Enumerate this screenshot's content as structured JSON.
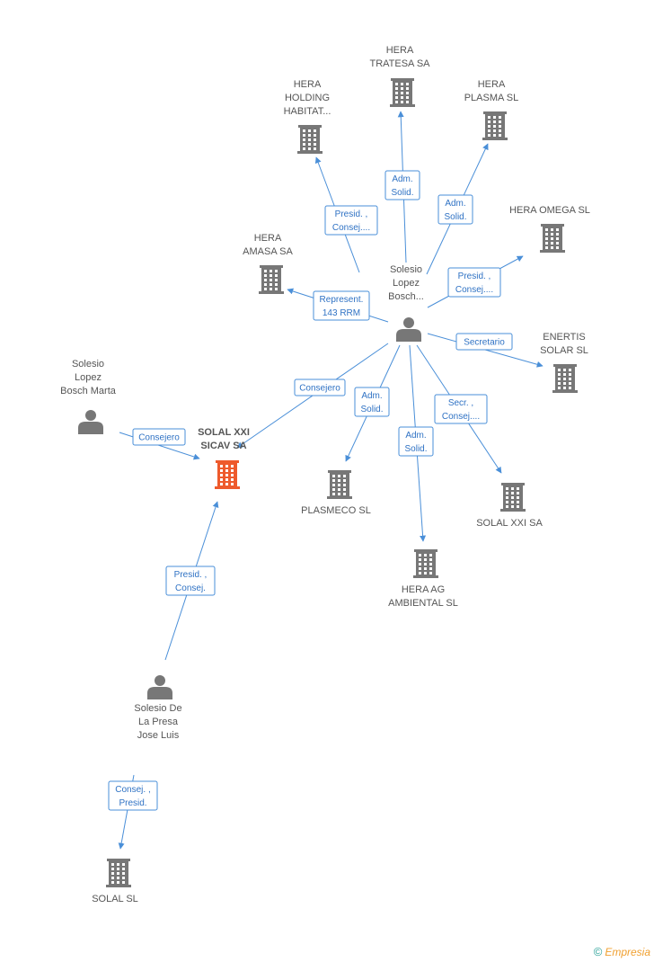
{
  "colors": {
    "edge": "#4a8fd8",
    "node": "#777777",
    "main_node": "#ee5a2c",
    "label": "#555555"
  },
  "nodes": [
    {
      "id": "main",
      "type": "company",
      "main": true,
      "lines": [
        "SOLAL XXI",
        "SICAV SA"
      ]
    },
    {
      "id": "tratesa",
      "type": "company",
      "lines": [
        "HERA",
        "TRATESA SA"
      ]
    },
    {
      "id": "holding",
      "type": "company",
      "lines": [
        "HERA",
        "HOLDING",
        "HABITAT..."
      ]
    },
    {
      "id": "plasma",
      "type": "company",
      "lines": [
        "HERA",
        "PLASMA SL"
      ]
    },
    {
      "id": "omega",
      "type": "company",
      "lines": [
        "HERA OMEGA SL"
      ]
    },
    {
      "id": "amasa",
      "type": "company",
      "lines": [
        "HERA",
        "AMASA SA"
      ]
    },
    {
      "id": "enertis",
      "type": "company",
      "lines": [
        "ENERTIS",
        "SOLAR SL"
      ]
    },
    {
      "id": "plasmeco",
      "type": "company",
      "lines": [
        "PLASMECO SL"
      ]
    },
    {
      "id": "ambiental",
      "type": "company",
      "lines": [
        "HERA AG",
        "AMBIENTAL SL"
      ]
    },
    {
      "id": "solalxxi",
      "type": "company",
      "lines": [
        "SOLAL XXI SA"
      ]
    },
    {
      "id": "solalsl",
      "type": "company",
      "lines": [
        "SOLAL SL"
      ]
    },
    {
      "id": "p_bosch",
      "type": "person",
      "lines": [
        "Solesio",
        "Lopez",
        "Bosch..."
      ]
    },
    {
      "id": "p_marta",
      "type": "person",
      "lines": [
        "Solesio",
        "Lopez",
        "Bosch Marta"
      ]
    },
    {
      "id": "p_jose",
      "type": "person",
      "lines": [
        "Solesio De",
        "La Presa",
        "Jose Luis"
      ]
    }
  ],
  "edges": [
    {
      "from": "p_bosch",
      "to": "tratesa",
      "lines": [
        "Adm.",
        "Solid."
      ]
    },
    {
      "from": "p_bosch",
      "to": "holding",
      "lines": [
        "Presid. ,",
        "Consej...."
      ]
    },
    {
      "from": "p_bosch",
      "to": "plasma",
      "lines": [
        "Adm.",
        "Solid."
      ]
    },
    {
      "from": "p_bosch",
      "to": "omega",
      "lines": [
        "Presid. ,",
        "Consej...."
      ]
    },
    {
      "from": "p_bosch",
      "to": "amasa",
      "lines": [
        "Represent.",
        "143 RRM"
      ]
    },
    {
      "from": "p_bosch",
      "to": "enertis",
      "lines": [
        "Secretario"
      ]
    },
    {
      "from": "p_bosch",
      "to": "main",
      "lines": [
        "Consejero"
      ]
    },
    {
      "from": "p_bosch",
      "to": "plasmeco",
      "lines": [
        "Adm.",
        "Solid."
      ]
    },
    {
      "from": "p_bosch",
      "to": "ambiental",
      "lines": [
        "Adm.",
        "Solid."
      ]
    },
    {
      "from": "p_bosch",
      "to": "solalxxi",
      "lines": [
        "Secr. ,",
        "Consej...."
      ]
    },
    {
      "from": "p_marta",
      "to": "main",
      "lines": [
        "Consejero"
      ]
    },
    {
      "from": "p_jose",
      "to": "main",
      "lines": [
        "Presid. ,",
        "Consej."
      ]
    },
    {
      "from": "p_jose",
      "to": "solalsl",
      "lines": [
        "Consej. ,",
        "Presid."
      ]
    }
  ],
  "brand": {
    "copyright": "©",
    "name": "Empresia"
  }
}
